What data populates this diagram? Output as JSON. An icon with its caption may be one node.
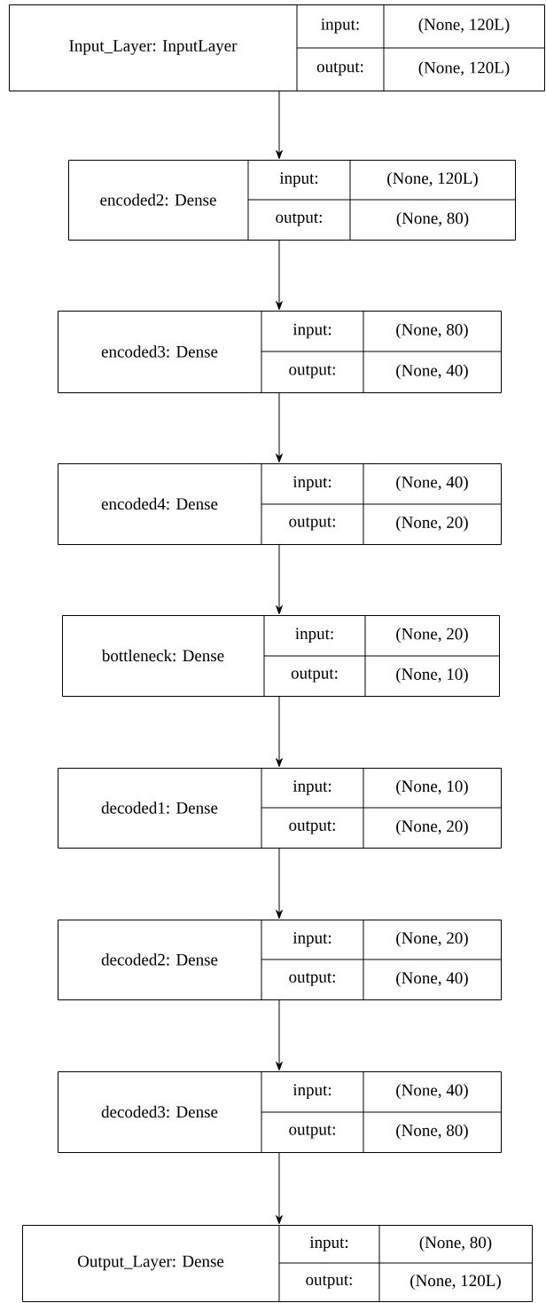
{
  "diagram": {
    "nodes": [
      {
        "text": [
          "Input_Layer: InputLayer",
          "input:",
          "(None, 120L)",
          "output:",
          "(None, 120L)"
        ]
      },
      {
        "text": [
          "encoded2: Dense",
          "input:",
          "(None, 120L)",
          "output:",
          "(None, 80)"
        ]
      },
      {
        "text": [
          "encoded3: Dense",
          "input:",
          "(None, 80)",
          "output:",
          "(None, 40)"
        ]
      },
      {
        "text": [
          "encoded4: Dense",
          "input:",
          "(None, 40)",
          "output:",
          "(None, 20)"
        ]
      },
      {
        "text": [
          "bottleneck: Dense",
          "input:",
          "(None, 20)",
          "output:",
          "(None, 10)"
        ]
      },
      {
        "text": [
          "decoded1: Dense",
          "input:",
          "(None, 10)",
          "output:",
          "(None, 20)"
        ]
      },
      {
        "text": [
          "decoded2: Dense",
          "input:",
          "(None, 20)",
          "output:",
          "(None, 40)"
        ]
      },
      {
        "text": [
          "decoded3: Dense",
          "input:",
          "(None, 40)",
          "output:",
          "(None, 80)"
        ]
      },
      {
        "text": [
          "Output_Layer: Dense",
          "input:",
          "(None, 80)",
          "output:",
          "(None, 120L)"
        ]
      }
    ],
    "edges": [
      {
        "from": 0,
        "to": 1,
        "arrow": "to"
      },
      {
        "from": 1,
        "to": 2,
        "arrow": "to"
      },
      {
        "from": 2,
        "to": 3,
        "arrow": "to"
      },
      {
        "from": 3,
        "to": 4,
        "arrow": "to"
      },
      {
        "from": 4,
        "to": 5,
        "arrow": "to"
      },
      {
        "from": 5,
        "to": 6,
        "arrow": "to"
      },
      {
        "from": 6,
        "to": 7,
        "arrow": "to"
      },
      {
        "from": 7,
        "to": 8,
        "arrow": "to"
      }
    ]
  }
}
